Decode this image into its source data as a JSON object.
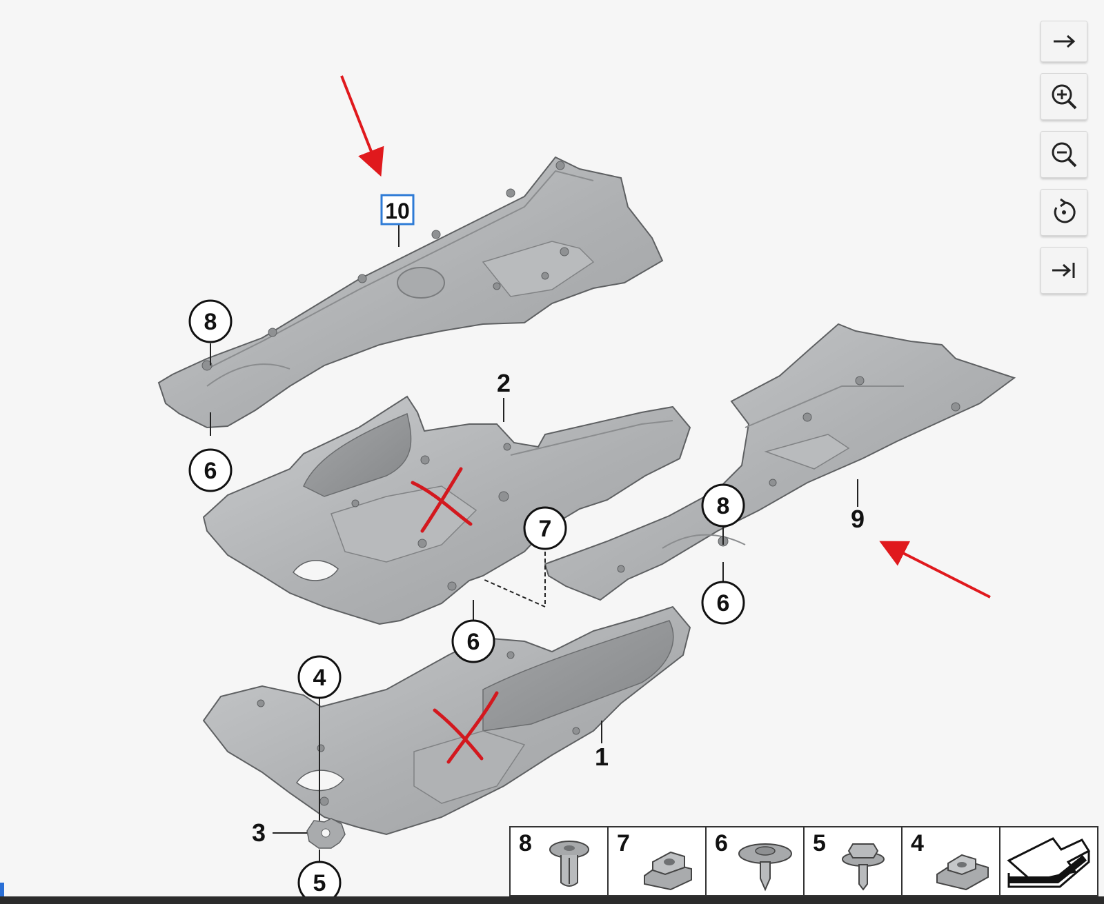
{
  "diagram": {
    "callouts": [
      {
        "id": "c10",
        "label": "10",
        "boxed": true
      },
      {
        "id": "c8a",
        "label": "8",
        "circled": true
      },
      {
        "id": "c6a",
        "label": "6",
        "circled": true
      },
      {
        "id": "c2",
        "label": "2"
      },
      {
        "id": "c7",
        "label": "7",
        "circled": true
      },
      {
        "id": "c6b",
        "label": "6",
        "circled": true
      },
      {
        "id": "c8b",
        "label": "8",
        "circled": true
      },
      {
        "id": "c9",
        "label": "9"
      },
      {
        "id": "c6c",
        "label": "6",
        "circled": true
      },
      {
        "id": "c4",
        "label": "4",
        "circled": true
      },
      {
        "id": "c1",
        "label": "1"
      },
      {
        "id": "c3",
        "label": "3"
      },
      {
        "id": "c5",
        "label": "5",
        "circled": true
      }
    ],
    "annotations": {
      "arrow_color": "#e0191d",
      "cross_color": "#d3181e"
    }
  },
  "legend": {
    "items": [
      {
        "label": "8",
        "icon": "expanding-rivet-icon"
      },
      {
        "label": "7",
        "icon": "clip-nut-icon"
      },
      {
        "label": "6",
        "icon": "screw-with-washer-icon"
      },
      {
        "label": "5",
        "icon": "hex-bolt-icon"
      },
      {
        "label": "4",
        "icon": "spring-nut-icon"
      }
    ],
    "nav_icon": "arrow-to-next-page-icon"
  },
  "toolbar": {
    "buttons": [
      {
        "icon": "arrow-right-icon"
      },
      {
        "icon": "zoom-in-icon"
      },
      {
        "icon": "zoom-out-icon"
      },
      {
        "icon": "rotate-icon"
      },
      {
        "icon": "arrow-to-end-icon"
      }
    ]
  },
  "colors": {
    "panel_fill": "#b4b6b8",
    "panel_stroke": "#5e6062",
    "background": "#f6f6f6"
  }
}
